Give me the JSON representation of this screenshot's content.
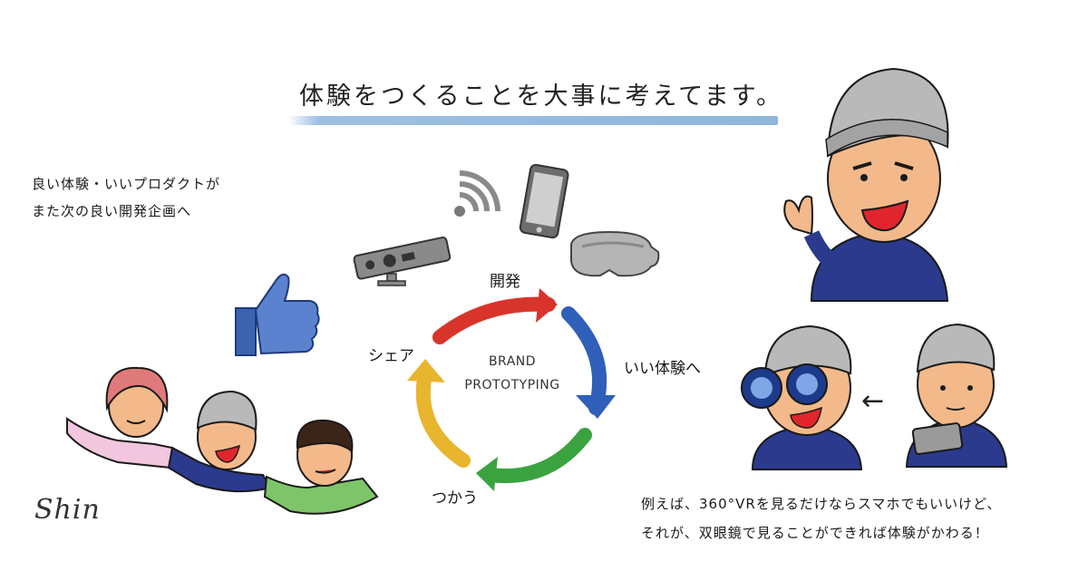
{
  "heading": "体験をつくることを大事に考えてます。",
  "side_note": {
    "line1": "良い体験・いいプロダクトが",
    "line2": "また次の良い開発企画へ"
  },
  "cycle": {
    "center_line1": "BRAND",
    "center_line2": "PROTOTYPING",
    "steps": [
      {
        "label": "開発",
        "color": "#d9342b"
      },
      {
        "label": "いい体験へ",
        "color": "#2f5fb8"
      },
      {
        "label": "つかう",
        "color": "#3aa33f"
      },
      {
        "label": "シェア",
        "color": "#e8b52e"
      }
    ]
  },
  "caption": {
    "line1": "例えば、360°VRを見るだけならスマホでもいいけど、",
    "line2": "それが、双眼鏡で見ることができれば体験がかわる！"
  },
  "signature": "Shin",
  "arrow_symbol": "←",
  "icons": [
    "wifi-icon",
    "smartphone-icon",
    "vr-headset-icon",
    "webcam-icon",
    "thumbs-up-icon"
  ],
  "colors": {
    "accent_line": "#8fb6dc",
    "beanie": "#b9b9b9",
    "skin": "#f3b98a",
    "shirt_blue": "#2b3a8c"
  }
}
